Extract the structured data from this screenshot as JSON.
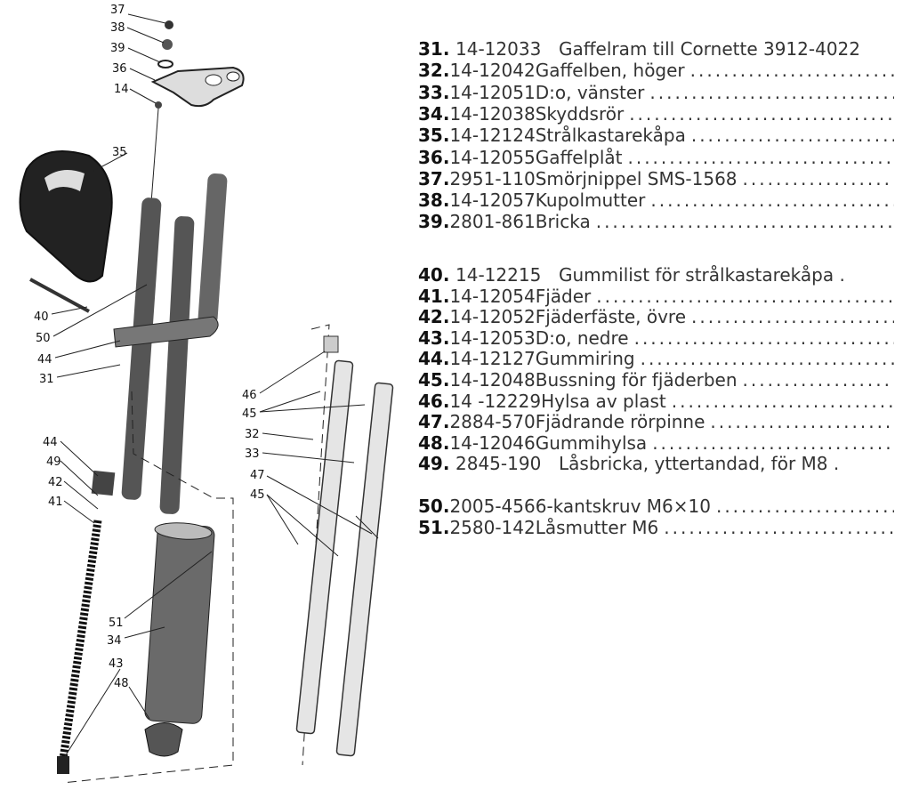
{
  "parts": [
    {
      "num": "31.",
      "part_no": "14-12033",
      "desc": "Gaffelram till Cornette 3912-4022",
      "dots": false
    },
    {
      "num": "32.",
      "part_no": "14-12042",
      "desc": "Gaffelben, höger",
      "dots": true
    },
    {
      "num": "33.",
      "part_no": "14-12051",
      "desc": "D:o, vänster",
      "dots": true
    },
    {
      "num": "34.",
      "part_no": "14-12038",
      "desc": "Skyddsrör",
      "dots": true
    },
    {
      "num": "35.",
      "part_no": "14-12124",
      "desc": "Strålkastarekåpa",
      "dots": true
    },
    {
      "num": "36.",
      "part_no": "14-12055",
      "desc": "Gaffelplåt",
      "dots": true
    },
    {
      "num": "37.",
      "part_no": "2951-110",
      "desc": "Smörjnippel SMS-1568",
      "dots": true
    },
    {
      "num": "38.",
      "part_no": "14-12057",
      "desc": "Kupolmutter",
      "dots": true
    },
    {
      "num": "39.",
      "part_no": "2801-861",
      "desc": "Bricka",
      "dots": true
    },
    {
      "num": "40.",
      "part_no": "14-12215",
      "desc": "Gummilist för strålkastarekåpa .",
      "dots": false
    },
    {
      "num": "41.",
      "part_no": "14-12054",
      "desc": "Fjäder",
      "dots": true
    },
    {
      "num": "42.",
      "part_no": "14-12052",
      "desc": "Fjäderfäste, övre",
      "dots": true
    },
    {
      "num": "43.",
      "part_no": "14-12053",
      "desc": "D:o, nedre",
      "dots": true
    },
    {
      "num": "44.",
      "part_no": "14-12127",
      "desc": "Gummiring",
      "dots": true
    },
    {
      "num": "45.",
      "part_no": "14-12048",
      "desc": "Bussning för fjäderben",
      "dots": true
    },
    {
      "num": "46.",
      "part_no": "14 -12229",
      "desc": "Hylsa av plast",
      "dots": true
    },
    {
      "num": "47.",
      "part_no": "2884-570",
      "desc": "Fjädrande rörpinne",
      "dots": true
    },
    {
      "num": "48.",
      "part_no": "14-12046",
      "desc": "Gummihylsa",
      "dots": true
    },
    {
      "num": "49.",
      "part_no": "2845-190",
      "desc": "Låsbricka, yttertandad, för M8 .",
      "dots": false
    },
    {
      "num": "50.",
      "part_no": "2005-456",
      "desc": "6-kantskruv M6×10",
      "dots": true
    },
    {
      "num": "51.",
      "part_no": "2580-142",
      "desc": "Låsmutter M6",
      "dots": true
    }
  ],
  "callouts": [
    "37",
    "38",
    "39",
    "36",
    "14",
    "35",
    "40",
    "50",
    "44",
    "31",
    "44",
    "49",
    "42",
    "41",
    "51",
    "34",
    "43",
    "48",
    "46",
    "45",
    "32",
    "33",
    "47",
    "45"
  ]
}
